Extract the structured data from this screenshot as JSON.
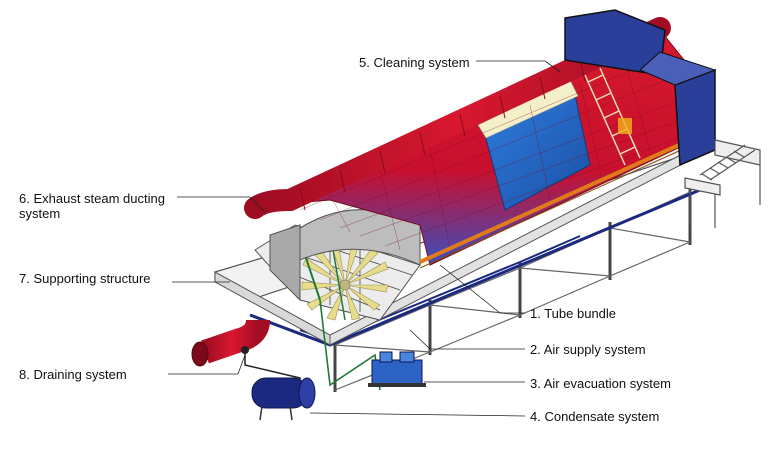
{
  "labels": {
    "tube_bundle": "1. Tube bundle",
    "air_supply": "2. Air supply system",
    "air_evacuation": "3. Air evacuation system",
    "condensate": "4. Condensate system",
    "cleaning": "5. Cleaning system",
    "exhaust_line1": "6. Exhaust steam ducting",
    "exhaust_line2": "system",
    "supporting": "7. Supporting structure",
    "draining": "8. Draining system"
  },
  "colors": {
    "duct_red": "#c8102e",
    "panel_blue": "#1f5fb4",
    "enclosure_blue": "#2a3f9a",
    "pipe_navy": "#1b2a80",
    "fan_yellow": "#e6dc8c",
    "rail_orange": "#e07b1a",
    "condensate_green": "#1f7a3a",
    "structure_grey": "#6b6b6b"
  }
}
